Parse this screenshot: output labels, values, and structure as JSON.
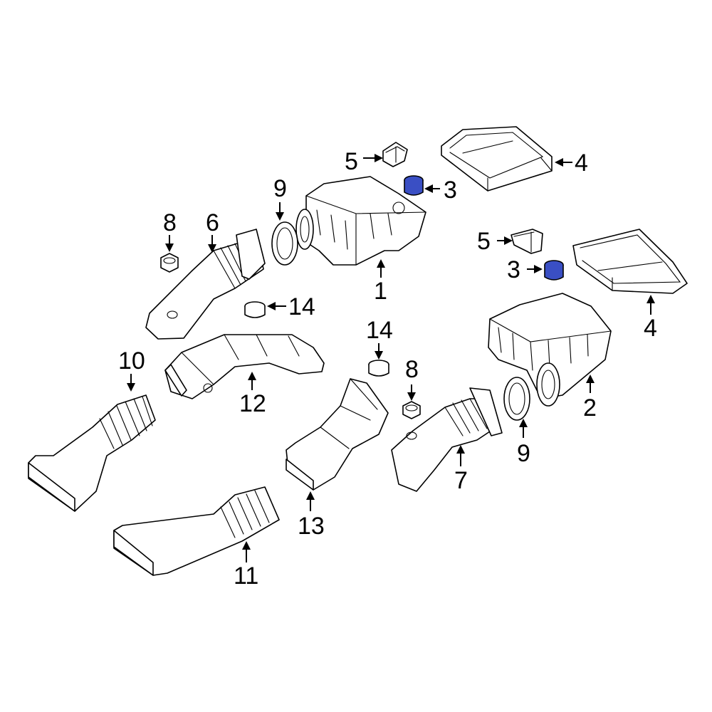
{
  "colors": {
    "line": "#000000",
    "background": "#ffffff",
    "highlight": "#3a4fc4"
  },
  "callouts": {
    "c1": "1",
    "c2": "2",
    "c3a": "3",
    "c3b": "3",
    "c4a": "4",
    "c4b": "4",
    "c5a": "5",
    "c5b": "5",
    "c6": "6",
    "c7": "7",
    "c8a": "8",
    "c8b": "8",
    "c9a": "9",
    "c9b": "9",
    "c10": "10",
    "c11": "11",
    "c12": "12",
    "c13": "13",
    "c14a": "14",
    "c14b": "14"
  }
}
